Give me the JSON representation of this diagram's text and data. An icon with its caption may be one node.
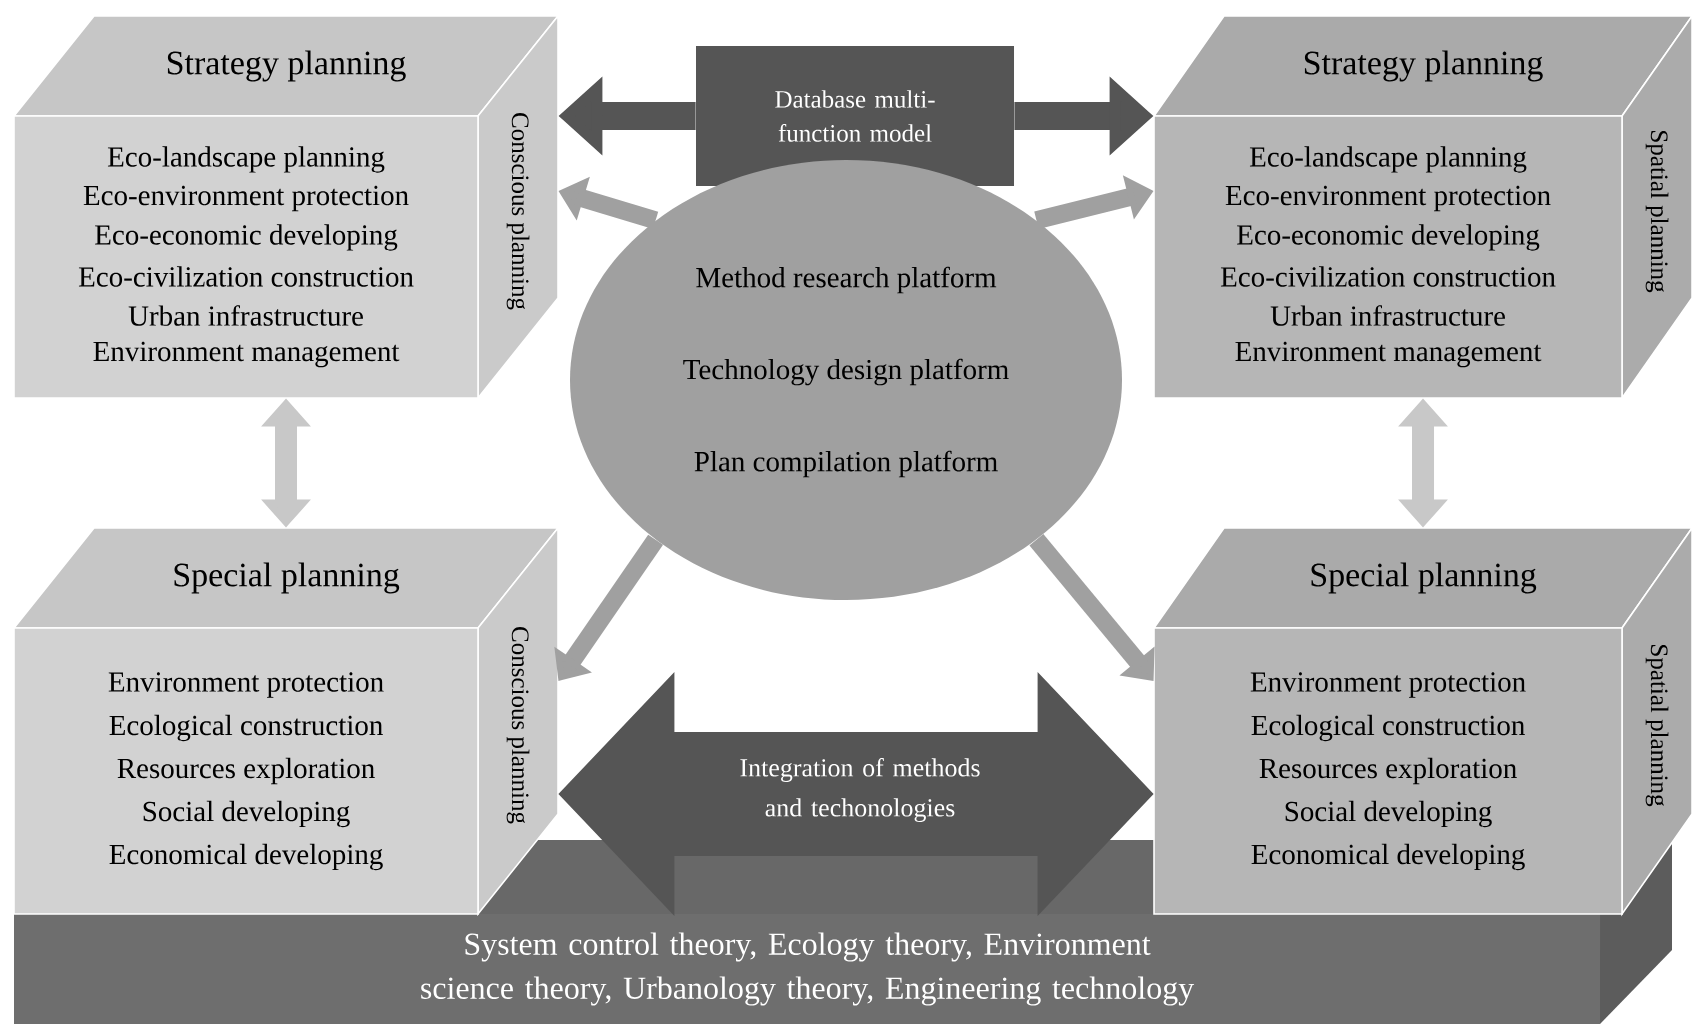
{
  "diagram": {
    "nodes": [
      {
        "text": [
          "Strategy planning",
          "Eco-landscape planning",
          "Eco-environment protection",
          "Eco-economic developing",
          "Eco-civilization construction",
          "Urban infrastructure",
          "Environment management",
          "Conscious planning"
        ]
      },
      {
        "text": [
          "Database multi-function model"
        ]
      },
      {
        "text": [
          "Strategy planning",
          "Eco-landscape planning",
          "Eco-environment protection",
          "Eco-economic developing",
          "Eco-civilization construction",
          "Urban infrastructure",
          "Environment management",
          "Spatial planning"
        ]
      },
      {
        "text": [
          "Method research platform",
          "Technology design platform",
          "Plan compilation platform"
        ]
      },
      {
        "text": [
          "Special planning",
          "Environment protection",
          "Ecological construction",
          "Resources exploration",
          "Social developing",
          "Economical developing",
          "Conscious planning"
        ]
      },
      {
        "text": [
          "Special planning",
          "Environment protection",
          "Ecological construction",
          "Resources exploration",
          "Social developing",
          "Economical developing",
          "Spatial planning"
        ]
      },
      {
        "text": [
          "System control theory, Ecology theory, Environment science theory, Urbanology theory, Engineering technology"
        ]
      }
    ],
    "edges": [
      {
        "from": 1,
        "to": 0,
        "arrow": "to",
        "color": "#555555"
      },
      {
        "from": 1,
        "to": 2,
        "arrow": "to",
        "color": "#555555"
      },
      {
        "from": 3,
        "to": 0,
        "arrow": "to"
      },
      {
        "from": 3,
        "to": 2,
        "arrow": "to"
      },
      {
        "from": 3,
        "to": 4,
        "arrow": "to"
      },
      {
        "from": 3,
        "to": 5,
        "arrow": "to"
      },
      {
        "from": 0,
        "to": 4,
        "arrow": "both",
        "color": "#c8c8c8"
      },
      {
        "from": 2,
        "to": 5,
        "arrow": "both",
        "color": "#c8c8c8"
      },
      {
        "from": 4,
        "to": 5,
        "arrow": "both",
        "label": "Integration of methods and techonologies",
        "style": "thick",
        "color": "#555555"
      }
    ]
  }
}
